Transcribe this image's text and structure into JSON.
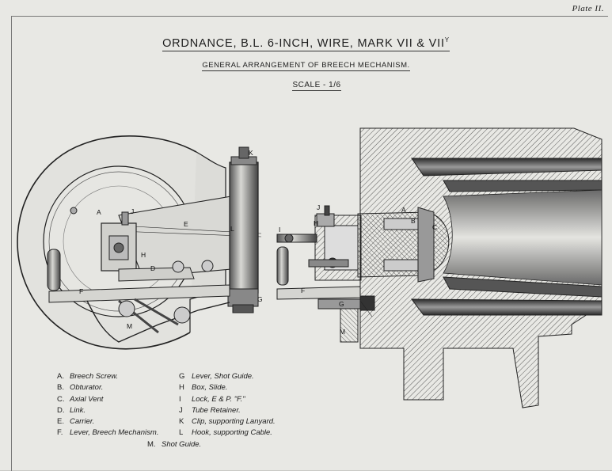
{
  "plate_label": "Plate II.",
  "title_main": "ORDNANCE, B.L. 6-INCH, WIRE, MARK",
  "title_marks": "VII & VII",
  "title_sup": "Y",
  "subtitle": "GENERAL ARRANGEMENT OF BREECH MECHANISM.",
  "scale": "SCALE - 1/6",
  "drawing_labels": {
    "left": {
      "K": "K",
      "J": "J",
      "A": "A",
      "E": "E",
      "L": "L",
      "H": "H",
      "D": "D",
      "F": "F",
      "G": "G",
      "M": "M"
    },
    "right": {
      "J": "J",
      "H": "H",
      "A": "A",
      "B": "B",
      "C": "C",
      "I": "I",
      "F": "F",
      "G": "G",
      "M": "M"
    }
  },
  "legend": {
    "col1": [
      {
        "key": "A.",
        "text": "Breech Screw."
      },
      {
        "key": "B.",
        "text": "Obturator."
      },
      {
        "key": "C.",
        "text": "Axial Vent"
      },
      {
        "key": "D.",
        "text": "Link."
      },
      {
        "key": "E.",
        "text": "Carrier."
      },
      {
        "key": "F.",
        "text": "Lever, Breech Mechanism."
      }
    ],
    "col2": [
      {
        "key": "G",
        "text": "Lever, Shot Guide."
      },
      {
        "key": "H",
        "text": "Box, Slide."
      },
      {
        "key": "I",
        "text": "Lock, E & P. \"F.\""
      },
      {
        "key": "J",
        "text": "Tube Retainer."
      },
      {
        "key": "K",
        "text": "Clip, supporting Lanyard."
      },
      {
        "key": "L",
        "text": "Hook, supporting Cable."
      }
    ],
    "last": {
      "key": "M.",
      "text": "Shot Guide."
    }
  }
}
